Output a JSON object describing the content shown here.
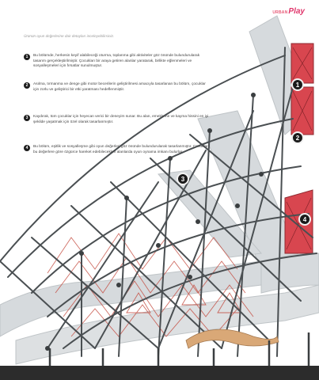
{
  "brand": {
    "logo_prefix": "URBAN",
    "logo_main": "Play"
  },
  "subtitle": "Ürünün oyun değerlerine dair detayları inceleyebilirsiniz.",
  "items": [
    {
      "num": "1",
      "text": "Bu bölümde, herkesin keyif alabileceği oturma, toplanma gibi aktiviteler göz önünde bulundurularak tasarım gerçekleştirilmiştir. Çocukları bir araya getiren alanlar yaratarak, birlikte eğlenmeleri ve sosyalleşmeleri için fırsatlar sunulmuştur."
    },
    {
      "num": "2",
      "text": "Asılma, tırmanma ve denge gibi motor becerilerin geliştirilmesi amacıyla tasarlanan bu bölüm, çocuklar için zorlu ve geliştirici bir etki yaratması hedeflenmiştir."
    },
    {
      "num": "3",
      "text": "Kaydırak, tüm çocuklar için heyecan verici bir deneyim sunar. Bu alan, emekleme ve kayma hissini en iyi şekilde yaşatmak için özel olarak tasarlanmıştır."
    },
    {
      "num": "4",
      "text": "Bu bölüm, eşitlik ve sosyalleşme gibi oyun değerleri göz önünde bulundurularak tasarlanmıştır. Çocuklar, bu değerlere göre özgürce hareket edebilecekleri alanlarda oyun oynama imkanı bulurlar."
    }
  ],
  "badges": [
    "1",
    "2",
    "3",
    "4"
  ],
  "colors": {
    "accent": "#e0346a",
    "frame": "#4a4f52",
    "net": "#c0392b",
    "slide": "#cfd3d6",
    "footer": "#2c2c2c"
  }
}
